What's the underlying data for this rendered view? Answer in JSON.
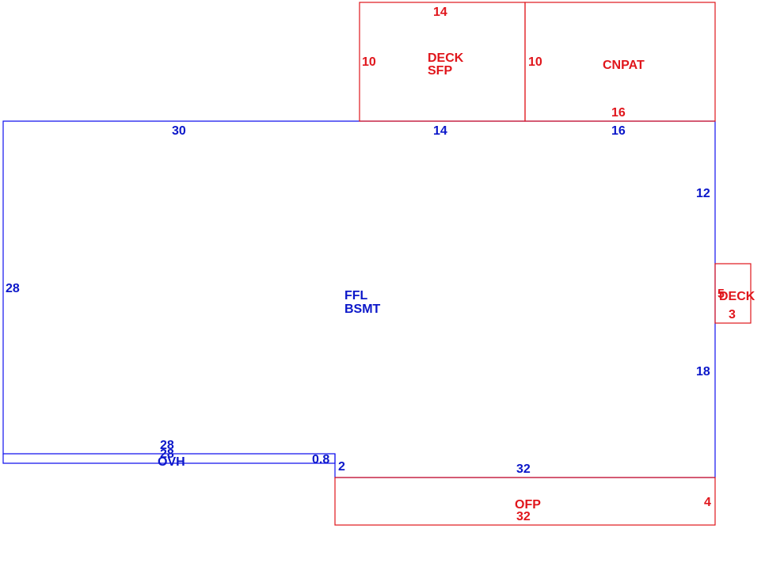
{
  "colors": {
    "main": "#0b17c9",
    "addition": "#e0161c"
  },
  "areas": {
    "main": {
      "line1": "FFL",
      "line2": "BSMT"
    },
    "deck_sfp": {
      "line1": "DECK",
      "line2": "SFP"
    },
    "cnpat": {
      "label": "CNPAT"
    },
    "deck_side": {
      "label": "DECK"
    },
    "ofp": {
      "label": "OFP"
    },
    "ovh": {
      "label": "OVH"
    }
  },
  "dimensions": {
    "main_top_left": "30",
    "main_top_mid": "14",
    "main_top_right": "16",
    "main_left": "28",
    "main_right_upper": "12",
    "main_right_lower": "18",
    "main_bottom": "32",
    "main_step": "2",
    "ovh_step": "0.8",
    "ovh_top": "28",
    "ovh_bottom": "28",
    "deck_top": "14",
    "deck_left": "10",
    "deck_right": "10",
    "cnpat_bottom": "16",
    "side_deck_height": "5",
    "side_deck_width": "3",
    "ofp_right": "4",
    "ofp_bottom": "32"
  }
}
